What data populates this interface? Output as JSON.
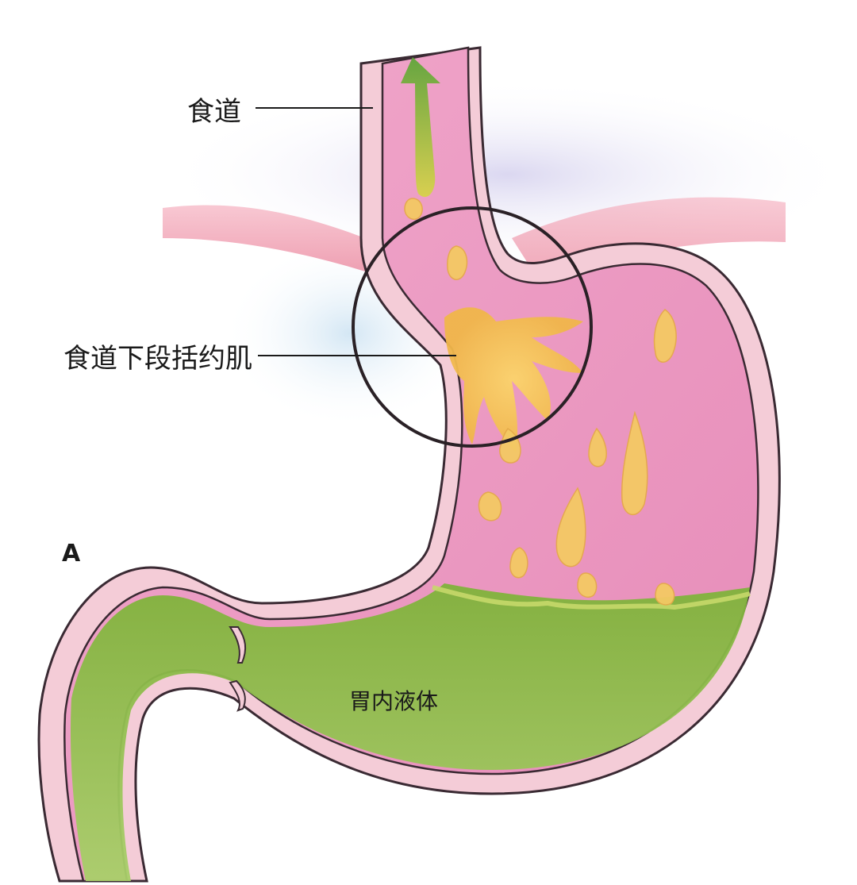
{
  "labels": {
    "esophagus": "食道",
    "lower_esophageal_sphincter": "食道下段括约肌",
    "gastric_fluid": "胃内液体",
    "panel": "A"
  },
  "colors": {
    "stomach_wall": "#f3c9d4",
    "stomach_inner": "#e99cc2",
    "outline": "#3a2a33",
    "fluid": "#8bbb45",
    "fluid_light": "#b7d67a",
    "reflux": "#f2c96a",
    "arrow": "#6fae3a",
    "diaphragm": "#ee8aa0",
    "background_wash": "#d9d6ee",
    "circle": "#2a2126"
  },
  "icons": {
    "reflux_arrow": "up-arrow-icon",
    "focus_circle": "circle-highlight"
  }
}
